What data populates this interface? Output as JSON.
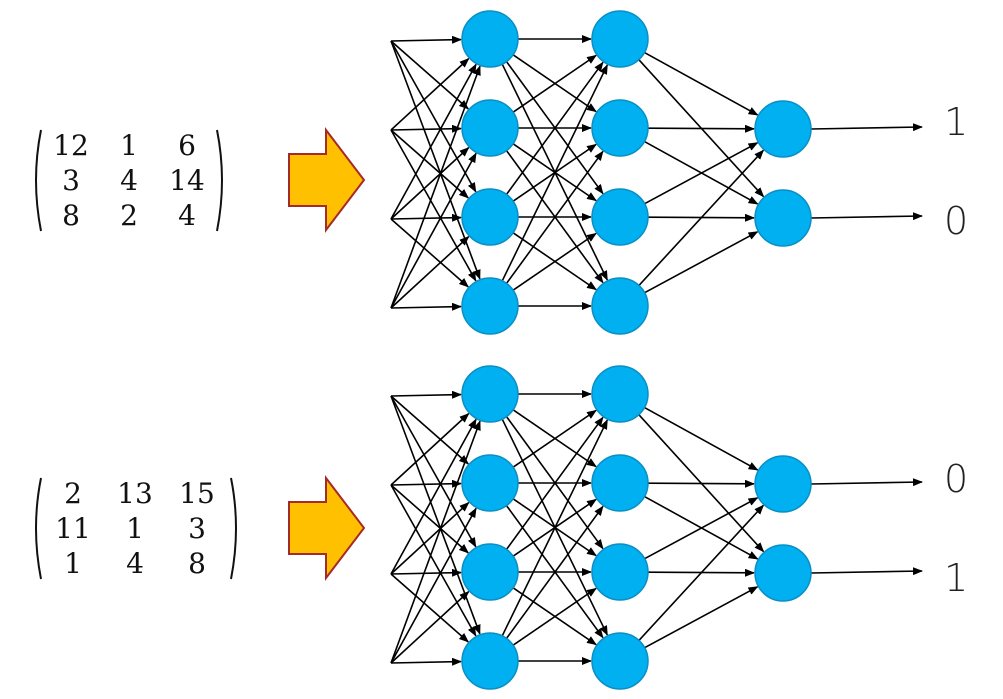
{
  "examples": [
    {
      "input_matrix": [
        [
          "12",
          "1",
          "6"
        ],
        [
          "3",
          "4",
          "14"
        ],
        [
          "8",
          "2",
          "4"
        ]
      ],
      "outputs": [
        "1",
        "0"
      ]
    },
    {
      "input_matrix": [
        [
          "2",
          "13",
          "15"
        ],
        [
          "11",
          "1",
          "3"
        ],
        [
          "1",
          "4",
          "8"
        ]
      ],
      "outputs": [
        "0",
        "1"
      ]
    }
  ],
  "network": {
    "input_count": 4,
    "hidden_layer_sizes": [
      4,
      4
    ],
    "output_count": 2
  },
  "colors": {
    "neuron_fill": "#00b0f0",
    "neuron_stroke": "#0a8fc4",
    "edge": "#000000",
    "arrow_fill": "#ffc000",
    "arrow_stroke": "#a52a2a"
  }
}
